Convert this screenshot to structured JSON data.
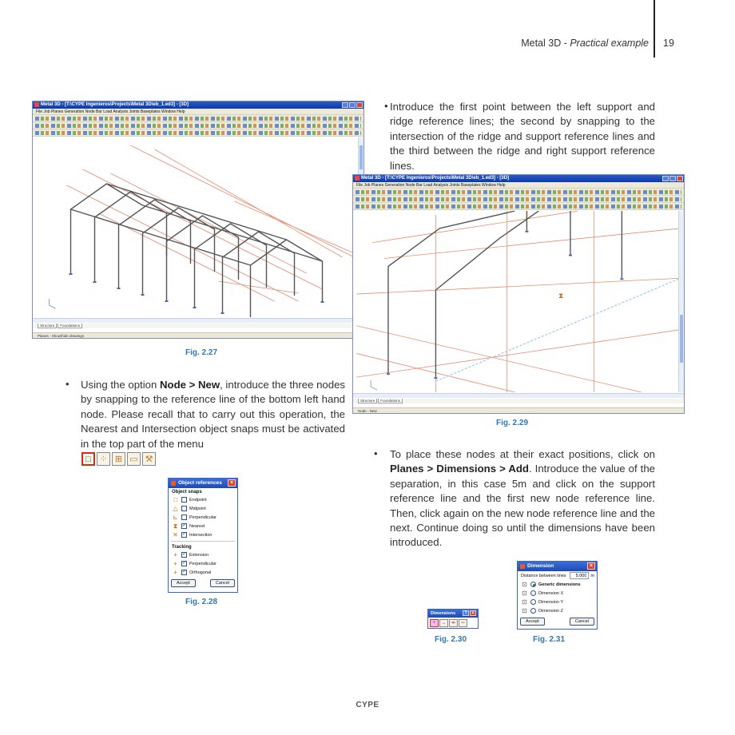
{
  "header": {
    "title_main": "Metal 3D - ",
    "title_em": "Practical example",
    "page_number": "19"
  },
  "fig27": {
    "caption": "Fig. 2.27",
    "window_title": "Metal 3D - [T:\\CYPE Ingenieros\\Projects\\Metal 3D\\eb_1.ed3] - [3D]",
    "menu": "File   Job   Planes   Generation   Node   Bar   Load   Analysis   Joints   Baseplates   Window   Help",
    "tabs": [
      "Structure",
      "Foundations"
    ],
    "status": "Planes - Show/hide drawings"
  },
  "fig29": {
    "caption": "Fig. 2.29",
    "window_title": "Metal 3D - [T:\\CYPE Ingenieros\\Projects\\Metal 3D\\eb_1.ed3] - [3D]",
    "menu": "File   Job   Planes   Generation   Node   Bar   Load   Analysis   Joints   Baseplates   Window   Help",
    "tabs": [
      "Structure",
      "Foundations"
    ],
    "status": "Node - New"
  },
  "right_intro": {
    "text": "Introduce the first point between the left support and ridge reference lines; the second by snapping to the intersection of the ridge and support reference lines and the third between the ridge and right support reference lines."
  },
  "left_bullet": {
    "t1": "Using the option ",
    "b1": "Node > New",
    "t2": ", introduce the three nodes by snapping to the reference line of the bottom left hand node. Please recall that to carry out this operation, the Nearest and Intersection object snaps must be activated in the top part of the menu"
  },
  "right_bullet": {
    "t1": "To place these nodes at their exact positions, click on ",
    "b1": "Planes > Dimensions > Add",
    "t2": ". Introduce the value of the separation, in this case 5m and click on the support reference line and the first new node reference line. Then, click again on the new node reference line and the next. Continue doing so until the dimensions have been introduced."
  },
  "object_references": {
    "title": "Object references",
    "caption": "Fig. 2.28",
    "snaps_heading": "Object snaps",
    "snaps": [
      {
        "label": "Endpoint",
        "checked": false,
        "icon": "endpoint-icon",
        "glyph": "□"
      },
      {
        "label": "Midpoint",
        "checked": false,
        "icon": "midpoint-icon",
        "glyph": "△"
      },
      {
        "label": "Perpendicular",
        "checked": false,
        "icon": "perpendicular-icon",
        "glyph": "⊾"
      },
      {
        "label": "Nearest",
        "checked": true,
        "icon": "nearest-icon",
        "glyph": "⧗"
      },
      {
        "label": "Intersection",
        "checked": true,
        "icon": "intersection-icon",
        "glyph": "✕"
      }
    ],
    "tracking_heading": "Tracking",
    "tracking": [
      {
        "label": "Extension",
        "checked": true
      },
      {
        "label": "Perpendicular",
        "checked": true
      },
      {
        "label": "Orthogonal",
        "checked": true
      }
    ],
    "accept": "Accept",
    "cancel": "Cancel"
  },
  "dimensions_toolbar": {
    "title": "Dimensions",
    "caption": "Fig. 2.30"
  },
  "dimension_dialog": {
    "title": "Dimension",
    "caption": "Fig. 2.31",
    "distance_label": "Distance between lines",
    "distance_value": "5.000",
    "unit": "m",
    "options": [
      {
        "label": "Generic dimensions",
        "selected": true
      },
      {
        "label": "Dimension X",
        "selected": false
      },
      {
        "label": "Dimension Y",
        "selected": false
      },
      {
        "label": "Dimension Z",
        "selected": false
      }
    ],
    "accept": "Accept",
    "cancel": "Cancel"
  },
  "footer": {
    "brand": "CYPE"
  },
  "colors": {
    "caption": "#2f78b6",
    "reference_line": "#e07a55",
    "bar": "#555555",
    "titlebar": "#1d4bb6"
  }
}
